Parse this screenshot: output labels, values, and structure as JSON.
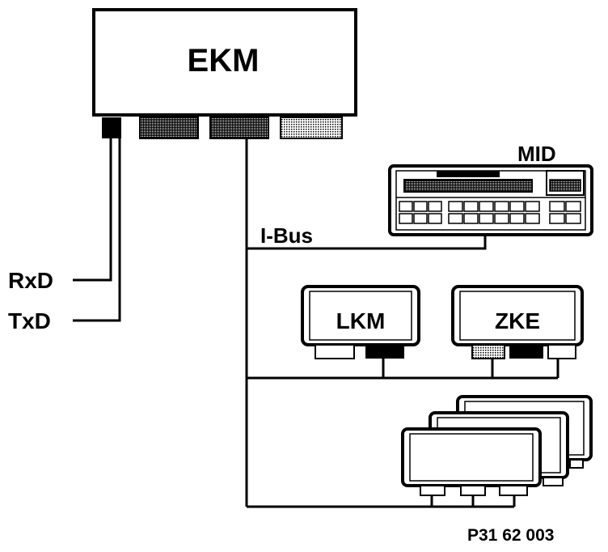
{
  "modules": {
    "ekm": "EKM",
    "mid": "MID",
    "lkm": "LKM",
    "zke": "ZKE"
  },
  "bus": {
    "label": "I-Bus"
  },
  "signals": {
    "rxd": "RxD",
    "txd": "TxD"
  },
  "figure_code": "P31 62 003"
}
